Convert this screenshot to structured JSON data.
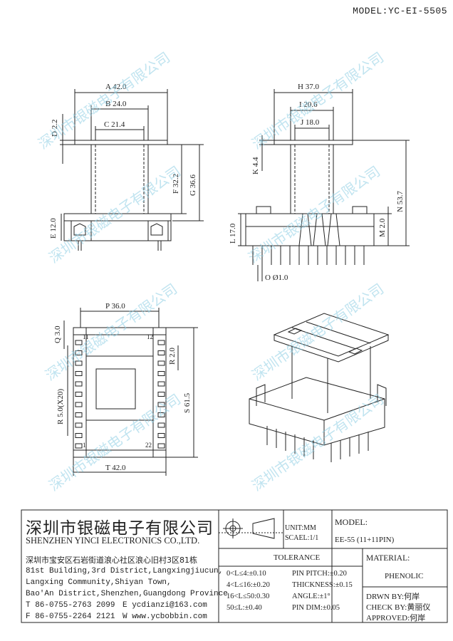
{
  "header": {
    "model": "MODEL:YC-EI-5505"
  },
  "dims": {
    "A": "A 42.0",
    "B": "B 24.0",
    "C": "C 21.4",
    "D": "D 2.2",
    "E": "E 12.0",
    "F": "F 32.2",
    "G": "G 36.6",
    "H": "H 37.0",
    "I": "I 20.6",
    "J": "J 18.0",
    "K": "K 4.4",
    "L": "L 17.0",
    "M": "M 2.0",
    "N": "N 53.7",
    "O": "O Ø1.0",
    "P": "P 36.0",
    "Q": "Q 3.0",
    "R": "R 5.0(X20)",
    "R2": "R 2.0",
    "S": "S 61.5",
    "T": "T 42.0",
    "pin1": "1",
    "pin11": "11",
    "pin12": "12",
    "pin22": "22"
  },
  "watermark": "深圳市银磁电子有限公司",
  "company": {
    "name_cn": "深圳市银磁电子有限公司",
    "name_en": "SHENZHEN YINCI ELECTRONICS CO.,LTD.",
    "addr_cn": "深圳市宝安区石岩街道浪心社区浪心旧村3区81栋",
    "addr_en_1": "81st Building,3rd District,Langxingjiucun,",
    "addr_en_2": "Langxing Community,Shiyan Town,",
    "addr_en_3": "Bao'An District,Shenzhen,Guangdong Province",
    "tel": "T 86-0755-2763 2099",
    "fax": "F 86-0755-2264 2121",
    "email": "E ycdianzi@163.com",
    "web": "W www.ycbobbin.com"
  },
  "block": {
    "unit": "UNIT:MM",
    "scale": "SCAEL:1/1",
    "model_label": "MODEL:",
    "model_value": "EE-55 (11+11PIN)",
    "tolerance_title": "TOLERANCE",
    "tol": [
      "0<L≤4:±0.10",
      "4<L≤16:±0.20",
      "16<L≤50:0.30",
      "50≤L:±0.40"
    ],
    "pin": [
      "PIN PITCH:±0.20",
      "THICKNESS:±0.15",
      "ANGLE:±1°",
      "PIN DIM:±0.05"
    ],
    "material_label": "MATERIAL:",
    "material_value": "PHENOLIC",
    "drawn": "DRWN BY:何岸",
    "check": "CHECK BY:黄丽仪",
    "approved": "APPROVED:何岸"
  }
}
